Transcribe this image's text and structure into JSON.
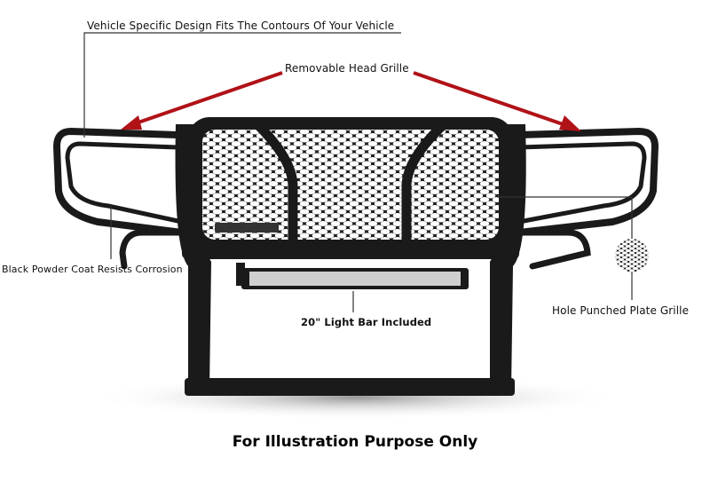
{
  "callouts": {
    "vehicle_specific": "Vehicle Specific Design Fits The Contours Of Your Vehicle",
    "removable_grille": "Removable Head Grille",
    "powder_coat": "Black Powder Coat Resists Corrosion",
    "light_bar": "20\" Light Bar Included",
    "plate_grille": "Hole Punched Plate Grille"
  },
  "footer": "For Illustration Purpose Only",
  "colors": {
    "arrow": "#b01218",
    "steel": "#1a1a1a",
    "leader": "#333333"
  }
}
